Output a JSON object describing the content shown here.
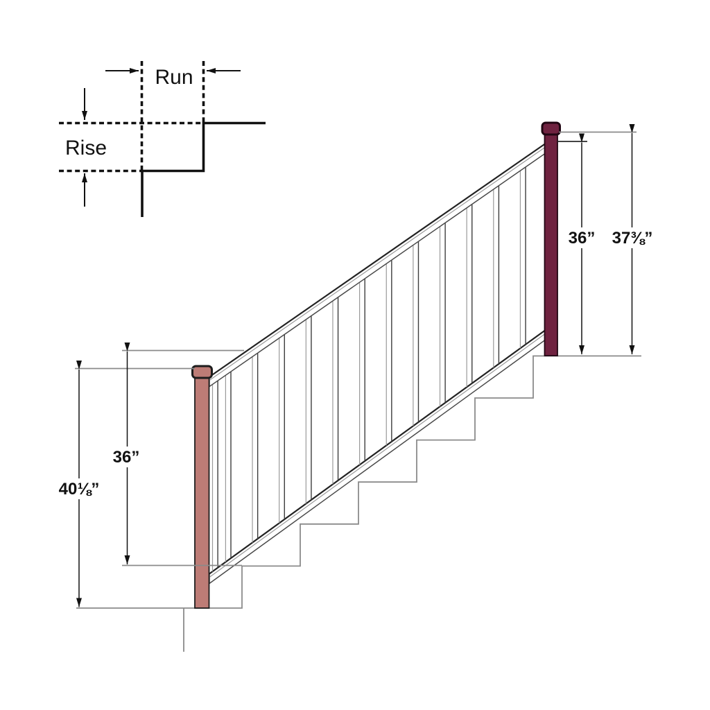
{
  "inset": {
    "run_label": "Run",
    "rise_label": "Rise"
  },
  "dims": {
    "left_rail": {
      "value": "36”"
    },
    "left_post": {
      "value": "40⅛”"
    },
    "right_rail": {
      "value": "36”"
    },
    "right_post": {
      "value": "37⅜”"
    }
  },
  "diagram": {
    "type": "stair-railing-dimensions",
    "risers_count": 6,
    "balusters_count": 13
  },
  "colors": {
    "left_post": "#bd7c76",
    "right_post": "#6f2240",
    "post_outline": "#1d1d1d",
    "step_outline": "#8a8a8a",
    "extension_line": "#8a8a8a",
    "baluster_light": "#9a9a9a",
    "baluster_dark": "#3c3c3c"
  }
}
